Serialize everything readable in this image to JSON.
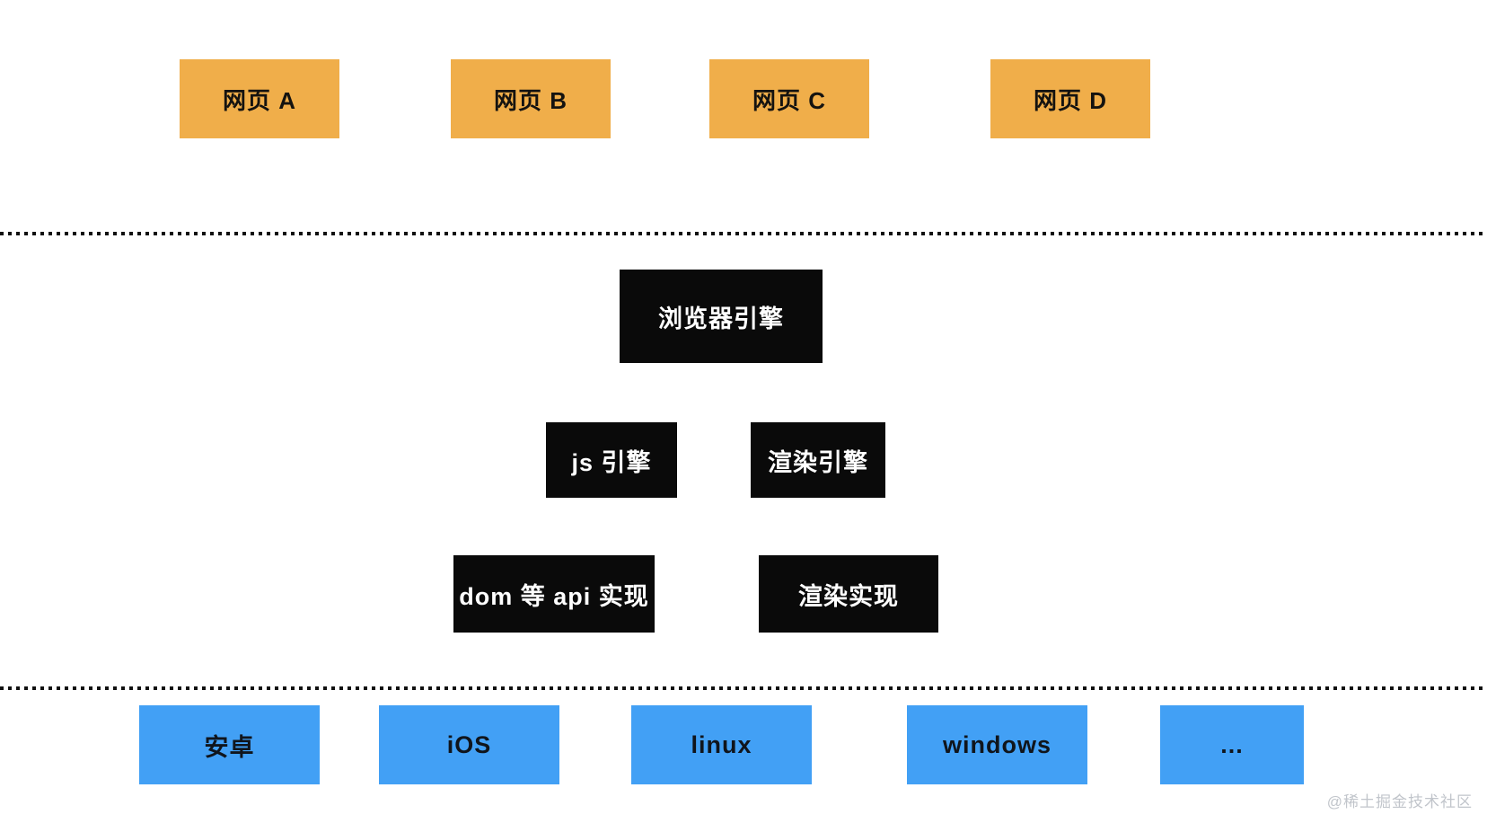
{
  "colors": {
    "page_box": "#F0AE4A",
    "engine_box": "#0a0a0a",
    "platform_box": "#42A0F5",
    "divider_dots": "#111111",
    "watermark_text": "#c1c5cb"
  },
  "pages": [
    {
      "label": "网页 A"
    },
    {
      "label": "网页 B"
    },
    {
      "label": "网页 C"
    },
    {
      "label": "网页 D"
    }
  ],
  "engine": {
    "root": "浏览器引擎",
    "js_engine": "js 引擎",
    "render_engine": "渲染引擎",
    "dom_api_impl": "dom 等 api 实现",
    "render_impl": "渲染实现"
  },
  "platforms": [
    {
      "label": "安卓"
    },
    {
      "label": "iOS"
    },
    {
      "label": "linux"
    },
    {
      "label": "windows"
    },
    {
      "label": "..."
    }
  ],
  "watermark": "@稀土掘金技术社区"
}
